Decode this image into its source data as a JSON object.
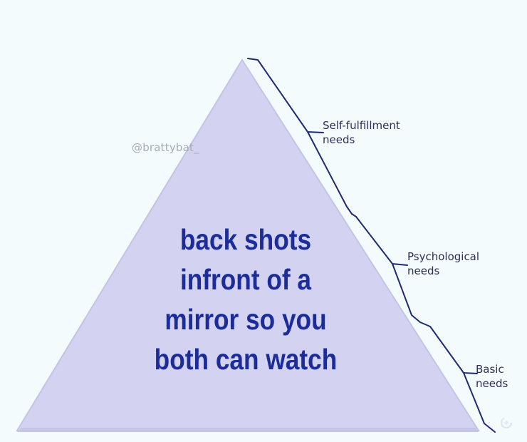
{
  "watermark": "@brattybat_",
  "caption": {
    "lines": [
      "back shots",
      "infront of a",
      "mirror so you",
      "both can watch"
    ]
  },
  "levels": [
    {
      "line1": "Self-fulfillment",
      "line2": "needs"
    },
    {
      "line1": "Psychological",
      "line2": "needs"
    },
    {
      "line1": "Basic",
      "line2": "needs"
    }
  ],
  "colors": {
    "pyramid_fill": "#d3d3f1",
    "pyramid_edge": "#c3c3e6",
    "bracket": "#1f2a74",
    "caption_text": "#1c2d9a",
    "label_text": "#2b2f55",
    "background": "#f3fbfd"
  },
  "icons": {
    "corner": "watermark-swirl-icon"
  }
}
